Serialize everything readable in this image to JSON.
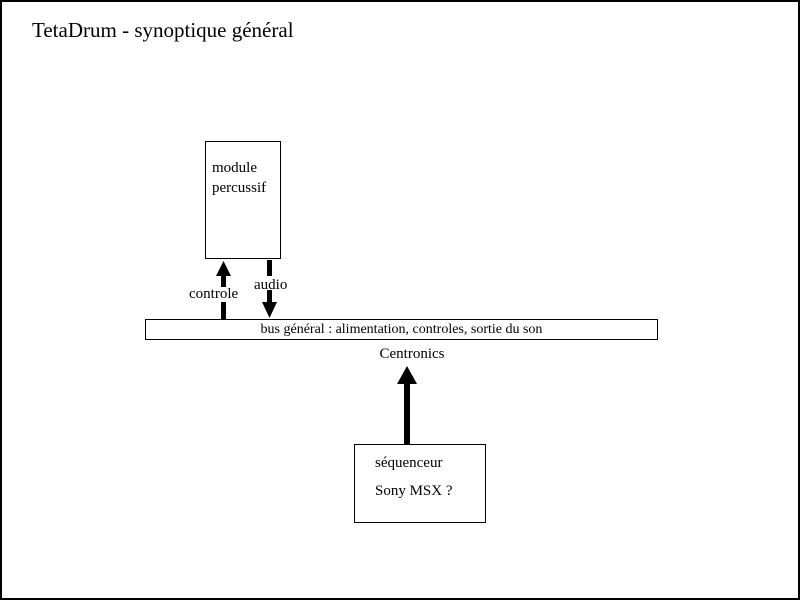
{
  "page": {
    "title": "TetaDrum - synoptique général",
    "background_color": "#ffffff",
    "border_color": "#000000",
    "text_color": "#000000"
  },
  "diagram": {
    "type": "block-diagram",
    "nodes": [
      {
        "id": "module",
        "name": "module-percussif-box",
        "line1": "module",
        "line2": "percussif"
      },
      {
        "id": "bus",
        "name": "bus-general-bar",
        "text": "bus général : alimentation, controles, sortie du son"
      },
      {
        "id": "sequencer",
        "name": "sequenceur-box",
        "line1": "séquenceur",
        "line2": "Sony MSX ?"
      }
    ],
    "connections": [
      {
        "id": "controle",
        "label": "controle",
        "from": "bus",
        "to": "module",
        "direction": "up"
      },
      {
        "id": "audio",
        "label": "audio",
        "from": "module",
        "to": "bus",
        "direction": "down"
      },
      {
        "id": "centronics",
        "label": "Centronics",
        "from": "sequencer",
        "to": "bus",
        "direction": "up"
      }
    ]
  }
}
